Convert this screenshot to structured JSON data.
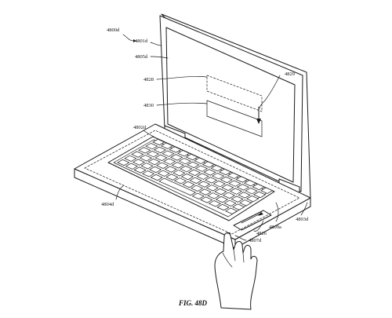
{
  "figure": {
    "caption": "FIG. 48D",
    "labels": {
      "device": "4800d",
      "display_housing": "4801d",
      "display": "4805d",
      "top_case": "4802d",
      "hinge_side": "4803d",
      "front_edge": "4804d",
      "upper_box": "4828",
      "lower_box": "4830",
      "arrow": "4829",
      "trackpad_region": "4826",
      "finger_contact": "4807d",
      "touch_area": "4809a"
    }
  }
}
